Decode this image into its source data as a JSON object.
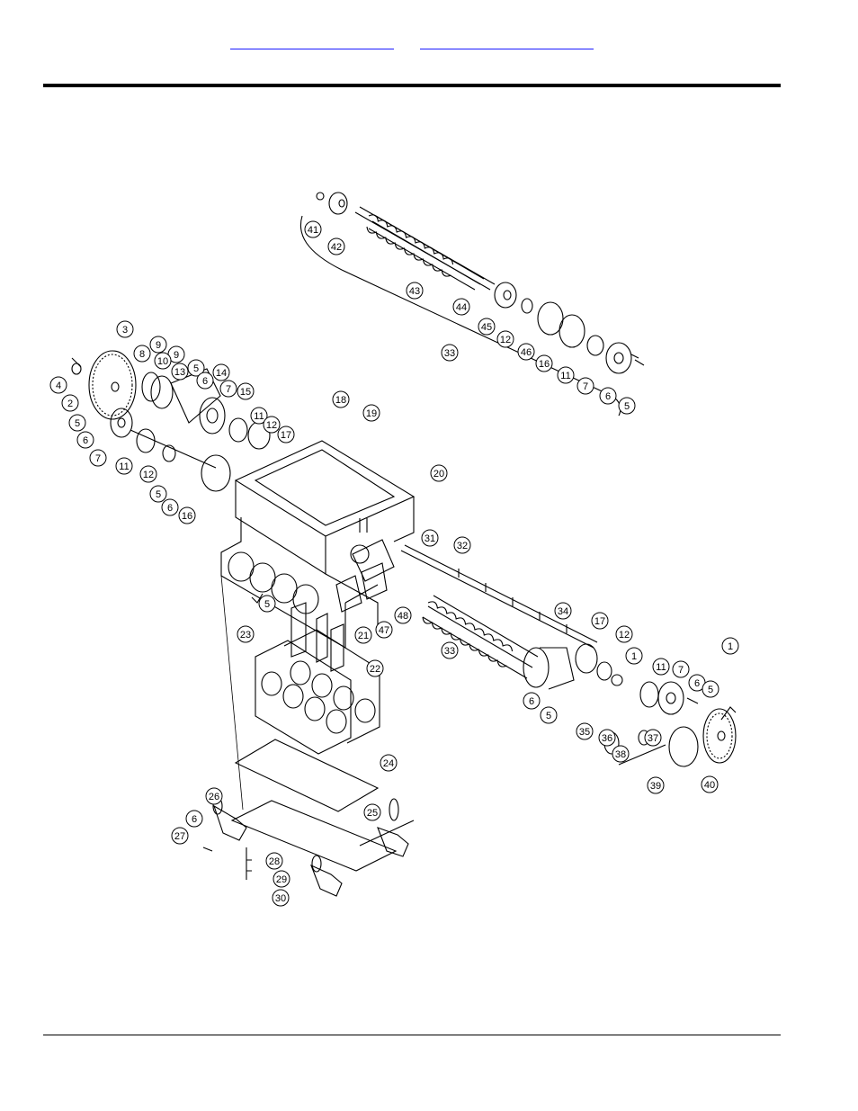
{
  "nav": {
    "link_1": "",
    "link_2": ""
  },
  "callouts": [
    {
      "id": "c41",
      "label": "41"
    },
    {
      "id": "c42",
      "label": "42"
    },
    {
      "id": "c43",
      "label": "43"
    },
    {
      "id": "c44",
      "label": "44"
    },
    {
      "id": "c45",
      "label": "45"
    },
    {
      "id": "c12a",
      "label": "12"
    },
    {
      "id": "c46",
      "label": "46"
    },
    {
      "id": "c16a",
      "label": "16"
    },
    {
      "id": "c11a",
      "label": "11"
    },
    {
      "id": "c7a",
      "label": "7"
    },
    {
      "id": "c6a",
      "label": "6"
    },
    {
      "id": "c5a",
      "label": "5"
    },
    {
      "id": "c33a",
      "label": "33"
    },
    {
      "id": "c3",
      "label": "3"
    },
    {
      "id": "c4",
      "label": "4"
    },
    {
      "id": "c2",
      "label": "2"
    },
    {
      "id": "c8",
      "label": "8"
    },
    {
      "id": "c9a",
      "label": "9"
    },
    {
      "id": "c9b",
      "label": "9"
    },
    {
      "id": "c10",
      "label": "10"
    },
    {
      "id": "c13",
      "label": "13"
    },
    {
      "id": "c5b",
      "label": "5"
    },
    {
      "id": "c6b",
      "label": "6"
    },
    {
      "id": "c14",
      "label": "14"
    },
    {
      "id": "c7b",
      "label": "7"
    },
    {
      "id": "c15",
      "label": "15"
    },
    {
      "id": "c5c",
      "label": "5"
    },
    {
      "id": "c6c",
      "label": "6"
    },
    {
      "id": "c7c",
      "label": "7"
    },
    {
      "id": "c11b",
      "label": "11"
    },
    {
      "id": "c12b",
      "label": "12"
    },
    {
      "id": "c17a",
      "label": "17"
    },
    {
      "id": "c11c",
      "label": "11"
    },
    {
      "id": "c12c",
      "label": "12"
    },
    {
      "id": "c5d",
      "label": "5"
    },
    {
      "id": "c6d",
      "label": "6"
    },
    {
      "id": "c16b",
      "label": "16"
    },
    {
      "id": "c18",
      "label": "18"
    },
    {
      "id": "c19",
      "label": "19"
    },
    {
      "id": "c20",
      "label": "20"
    },
    {
      "id": "c31",
      "label": "31"
    },
    {
      "id": "c32",
      "label": "32"
    },
    {
      "id": "c5e",
      "label": "5"
    },
    {
      "id": "c47",
      "label": "47"
    },
    {
      "id": "c48",
      "label": "48"
    },
    {
      "id": "c21",
      "label": "21"
    },
    {
      "id": "c23",
      "label": "23"
    },
    {
      "id": "c22",
      "label": "22"
    },
    {
      "id": "c34",
      "label": "34"
    },
    {
      "id": "c33b",
      "label": "33"
    },
    {
      "id": "c17b",
      "label": "17"
    },
    {
      "id": "c12d",
      "label": "12"
    },
    {
      "id": "c1a",
      "label": "1"
    },
    {
      "id": "c11d",
      "label": "11"
    },
    {
      "id": "c7d",
      "label": "7"
    },
    {
      "id": "c6e",
      "label": "6"
    },
    {
      "id": "c5f",
      "label": "5"
    },
    {
      "id": "c1b",
      "label": "1"
    },
    {
      "id": "c6f",
      "label": "6"
    },
    {
      "id": "c5g",
      "label": "5"
    },
    {
      "id": "c35",
      "label": "35"
    },
    {
      "id": "c36",
      "label": "36"
    },
    {
      "id": "c37",
      "label": "37"
    },
    {
      "id": "c38",
      "label": "38"
    },
    {
      "id": "c39",
      "label": "39"
    },
    {
      "id": "c40",
      "label": "40"
    },
    {
      "id": "c24",
      "label": "24"
    },
    {
      "id": "c26",
      "label": "26"
    },
    {
      "id": "c6g",
      "label": "6"
    },
    {
      "id": "c25",
      "label": "25"
    },
    {
      "id": "c27",
      "label": "27"
    },
    {
      "id": "c28",
      "label": "28"
    },
    {
      "id": "c29",
      "label": "29"
    },
    {
      "id": "c30",
      "label": "30"
    }
  ]
}
